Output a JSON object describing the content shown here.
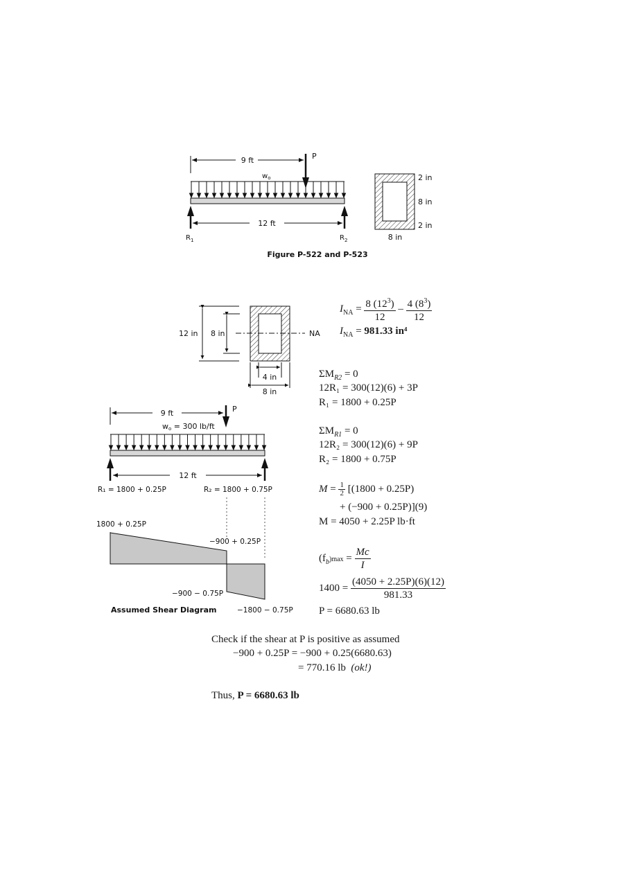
{
  "figure1": {
    "dim_9ft": "9 ft",
    "load_P": "P",
    "load_wo": "w",
    "load_wo_sub": "o",
    "dim_12ft": "12 ft",
    "reaction_R1": "R",
    "reaction_R1_sub": "1",
    "reaction_R2": "R",
    "reaction_R2_sub": "2",
    "section_top": "2 in",
    "section_middle": "8 in",
    "section_bottom": "2 in",
    "section_width": "8 in",
    "caption": "Figure P-522 and P-523"
  },
  "section2": {
    "height_outer": "12 in",
    "height_inner": "8 in",
    "neutral_axis": "NA",
    "width_inner": "4 in",
    "width_outer": "8 in"
  },
  "beam2": {
    "dim_9ft": "9 ft",
    "load_P": "P",
    "load_wo": "w",
    "load_wo_sub": "o",
    "load_wo_value": " = 300 lb/ft",
    "dim_12ft": "12 ft",
    "r1_label": "R₁ = 1800 + 0.25P",
    "r2_label": "R₂ = 1800 + 0.75P"
  },
  "shear_diagram": {
    "v1": "1800 + 0.25P",
    "v2": "−900 + 0.25P",
    "v3": "−900 − 0.75P",
    "v4": "−1800 − 0.75P",
    "caption": "Assumed Shear Diagram"
  },
  "equations": {
    "ina_lhs": "I",
    "ina_sub": "NA",
    "ina_t1_num": "8 (12",
    "ina_t1_exp": "3",
    "ina_t1_den": "12",
    "ina_minus": "–",
    "ina_t2_num": "4 (8",
    "ina_t2_exp": "3",
    "ina_t2_den": "12",
    "ina_result": "981.33 in⁴",
    "sum_r2": "ΣM",
    "sum_r2_sub": "R2",
    "sum_r2_rhs": " = 0",
    "eq_r1": "12R₁ = 300(12)(6) + 3P",
    "r1_result": "R₁ = 1800 + 0.25P",
    "sum_r1": "ΣM",
    "sum_r1_sub": "R1",
    "sum_r1_rhs": " = 0",
    "eq_r2": "12R₂ = 300(12)(6) + 9P",
    "r2_result": "R₂ = 1800 + 0.75P",
    "m_line1": "[(1800 + 0.25P)",
    "m_line2": "+ (−900 + 0.25P)](9)",
    "m_result": "M = 4050 + 2.25P lb·ft",
    "fb_lhs": "(f",
    "fb_sub_b": "b",
    "fb_sub_max": ")max",
    "fb_num": "Mc",
    "fb_den": "I",
    "stress_lhs": "1400 =",
    "stress_num": "(4050 + 2.25P)(6)(12)",
    "stress_den": "981.33",
    "p_result": "P = 6680.63 lb"
  },
  "check": {
    "line1": "Check if the shear at P is positive as assumed",
    "line2": "−900 + 0.25P = −900 + 0.25(6680.63)",
    "line3": "= 770.16 lb",
    "line3_ok": "(ok!)",
    "conclusion_prefix": "Thus, ",
    "conclusion_value": "P = 6680.63 lb"
  }
}
